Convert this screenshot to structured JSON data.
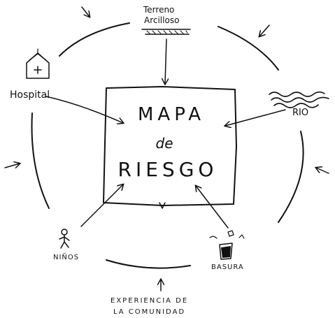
{
  "center": {
    "line1": "MAPA",
    "line2": "de",
    "line3": "RIESGO"
  },
  "factors": {
    "terreno_line1": "Terreno",
    "terreno_line2": "Arcilloso",
    "rio": "RIO",
    "hospital": "Hospital",
    "ninos": "NIÑOS",
    "basura": "BASURA"
  },
  "footer": {
    "line1": "EXPERIENCIA DE",
    "line2": "LA COMUNIDAD"
  },
  "icons": [
    "hospital-tent-icon",
    "clay-ground-icon",
    "river-waves-icon",
    "child-figure-icon",
    "trash-bin-icon"
  ]
}
